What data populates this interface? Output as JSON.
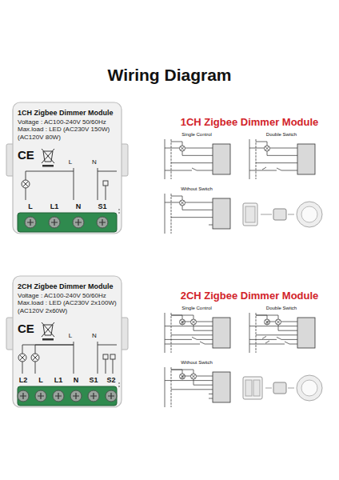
{
  "diagram": {
    "title": "Wiring Diagram",
    "nodes": [
      {
        "text": [
          "1CH Zigbee Dimmer Module",
          "Voltage : AC100-240V 50/60Hz",
          "Max.load : LED (AC230V 150W) (AC120V 80W)"
        ]
      },
      {
        "text": [
          "2CH Zigbee Dimmer Module",
          "Voltage : AC100-240V 50/60Hz",
          "Max.load : LED (AC230V 2x100W) (AC120V 2x60W)"
        ]
      }
    ],
    "labels": [
      "CE",
      "L",
      "L1",
      "N",
      "S1",
      "1CH Zigbee Dimmer Module",
      "Single Control",
      "Double Switch",
      "Without Switch",
      "CE",
      "L2",
      "L",
      "L1",
      "N",
      "S1",
      "S2",
      "2CH Zigbee Dimmer Module",
      "Single Control",
      "Double Switch",
      "Without Switch",
      "L",
      "N",
      "L",
      "N"
    ]
  }
}
